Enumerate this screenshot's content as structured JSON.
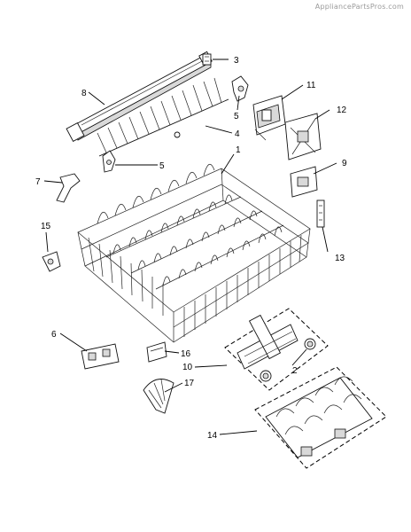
{
  "watermark": "AppliancePartsPros.com",
  "callouts": {
    "c1": "1",
    "c2": "2",
    "c3": "3",
    "c4": "4",
    "c5a": "5",
    "c5b": "5",
    "c6": "6",
    "c7": "7",
    "c8": "8",
    "c9": "9",
    "c10": "10",
    "c11": "11",
    "c12": "12",
    "c13": "13",
    "c14": "14",
    "c15": "15",
    "c16": "16",
    "c17": "17"
  }
}
